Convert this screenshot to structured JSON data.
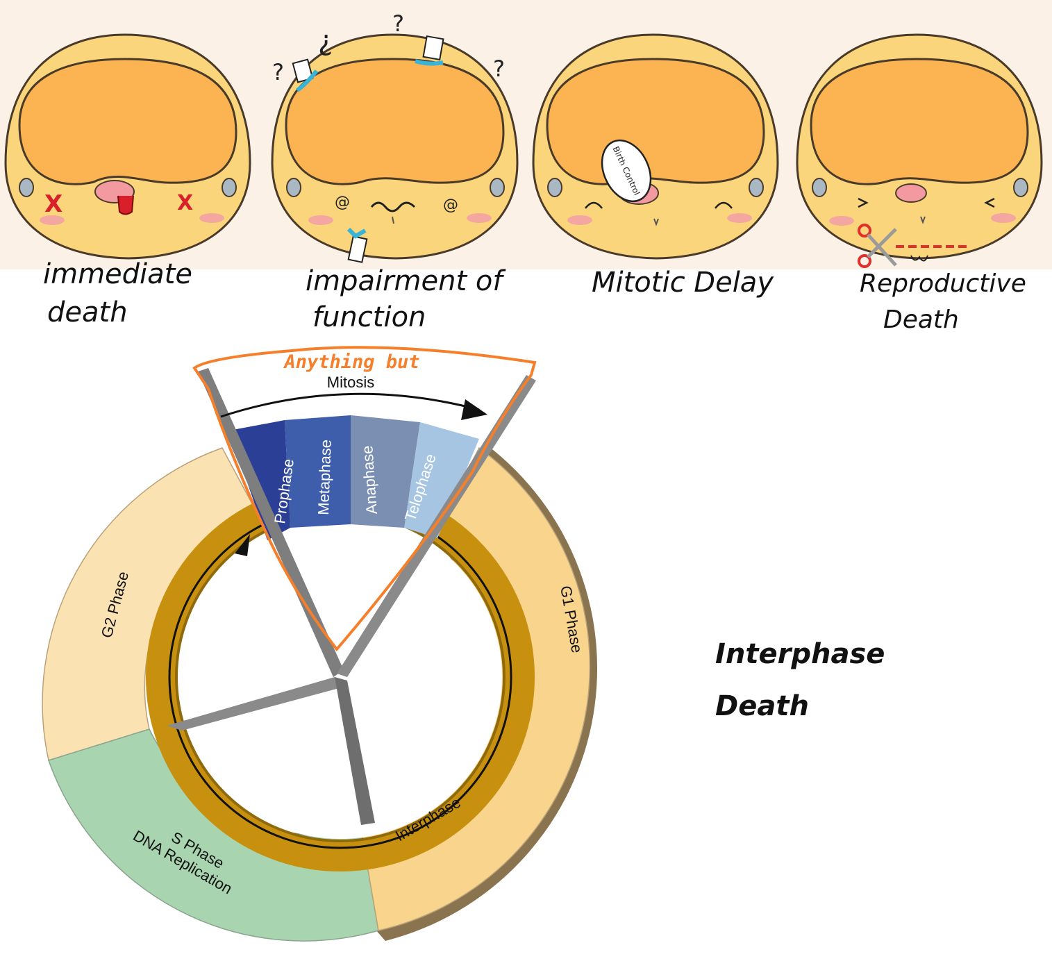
{
  "cells": {
    "labels": [
      {
        "line1": "immediate",
        "line2": "death"
      },
      {
        "line1": "impairment of",
        "line2": "function"
      },
      {
        "line1": "Mitotic Delay",
        "line2": ""
      },
      {
        "line1": "Reproductive",
        "line2": "Death"
      }
    ],
    "question_marks": [
      "?",
      "¿",
      "?",
      "?"
    ],
    "tag_label": "Birth Control"
  },
  "cycle": {
    "annotation": "Anything but",
    "mitosis": "Mitosis",
    "mitotic_phases": [
      "Prophase",
      "Metaphase",
      "Anaphase",
      "Telophase"
    ],
    "g2": "G2 Phase",
    "g1": "G1 Phase",
    "s_line1": "S Phase",
    "s_line2": "DNA Replication",
    "interphase": "Interphase"
  },
  "side_text": {
    "line1": "Interphase",
    "line2": "Death"
  },
  "colors": {
    "top_bg": "#fbf1e6",
    "cell_body": "#fad57b",
    "cell_inner": "#fbb451",
    "cheek": "#f3a7a0",
    "g2_fill": "#fae2b3",
    "g1_fill": "#f9d48c",
    "s_fill": "#a8d5b0",
    "ring": "#c8900f",
    "prophase": "#2c3f96",
    "metaphase": "#3e5eac",
    "anaphase": "#7b8fb2",
    "telophase": "#a6c5e2",
    "annotation": "#f57f2b",
    "spoke": "#7e7e7e"
  }
}
